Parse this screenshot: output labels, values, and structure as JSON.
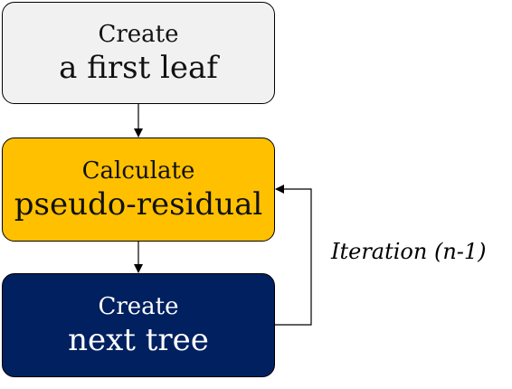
{
  "nodes": [
    {
      "id": "create-first-leaf",
      "line1": "Create",
      "line2": "a first leaf",
      "fill": "#f1f1f1"
    },
    {
      "id": "calculate-pseudo-residual",
      "line1": "Calculate",
      "line2": "pseudo-residual",
      "fill": "#ffc000"
    },
    {
      "id": "create-next-tree",
      "line1": "Create",
      "line2": "next tree",
      "fill": "#002060"
    }
  ],
  "edges": [
    {
      "from": "create-first-leaf",
      "to": "calculate-pseudo-residual",
      "label": ""
    },
    {
      "from": "calculate-pseudo-residual",
      "to": "create-next-tree",
      "label": ""
    },
    {
      "from": "create-next-tree",
      "to": "calculate-pseudo-residual",
      "label": "Iteration (n-1)"
    }
  ]
}
